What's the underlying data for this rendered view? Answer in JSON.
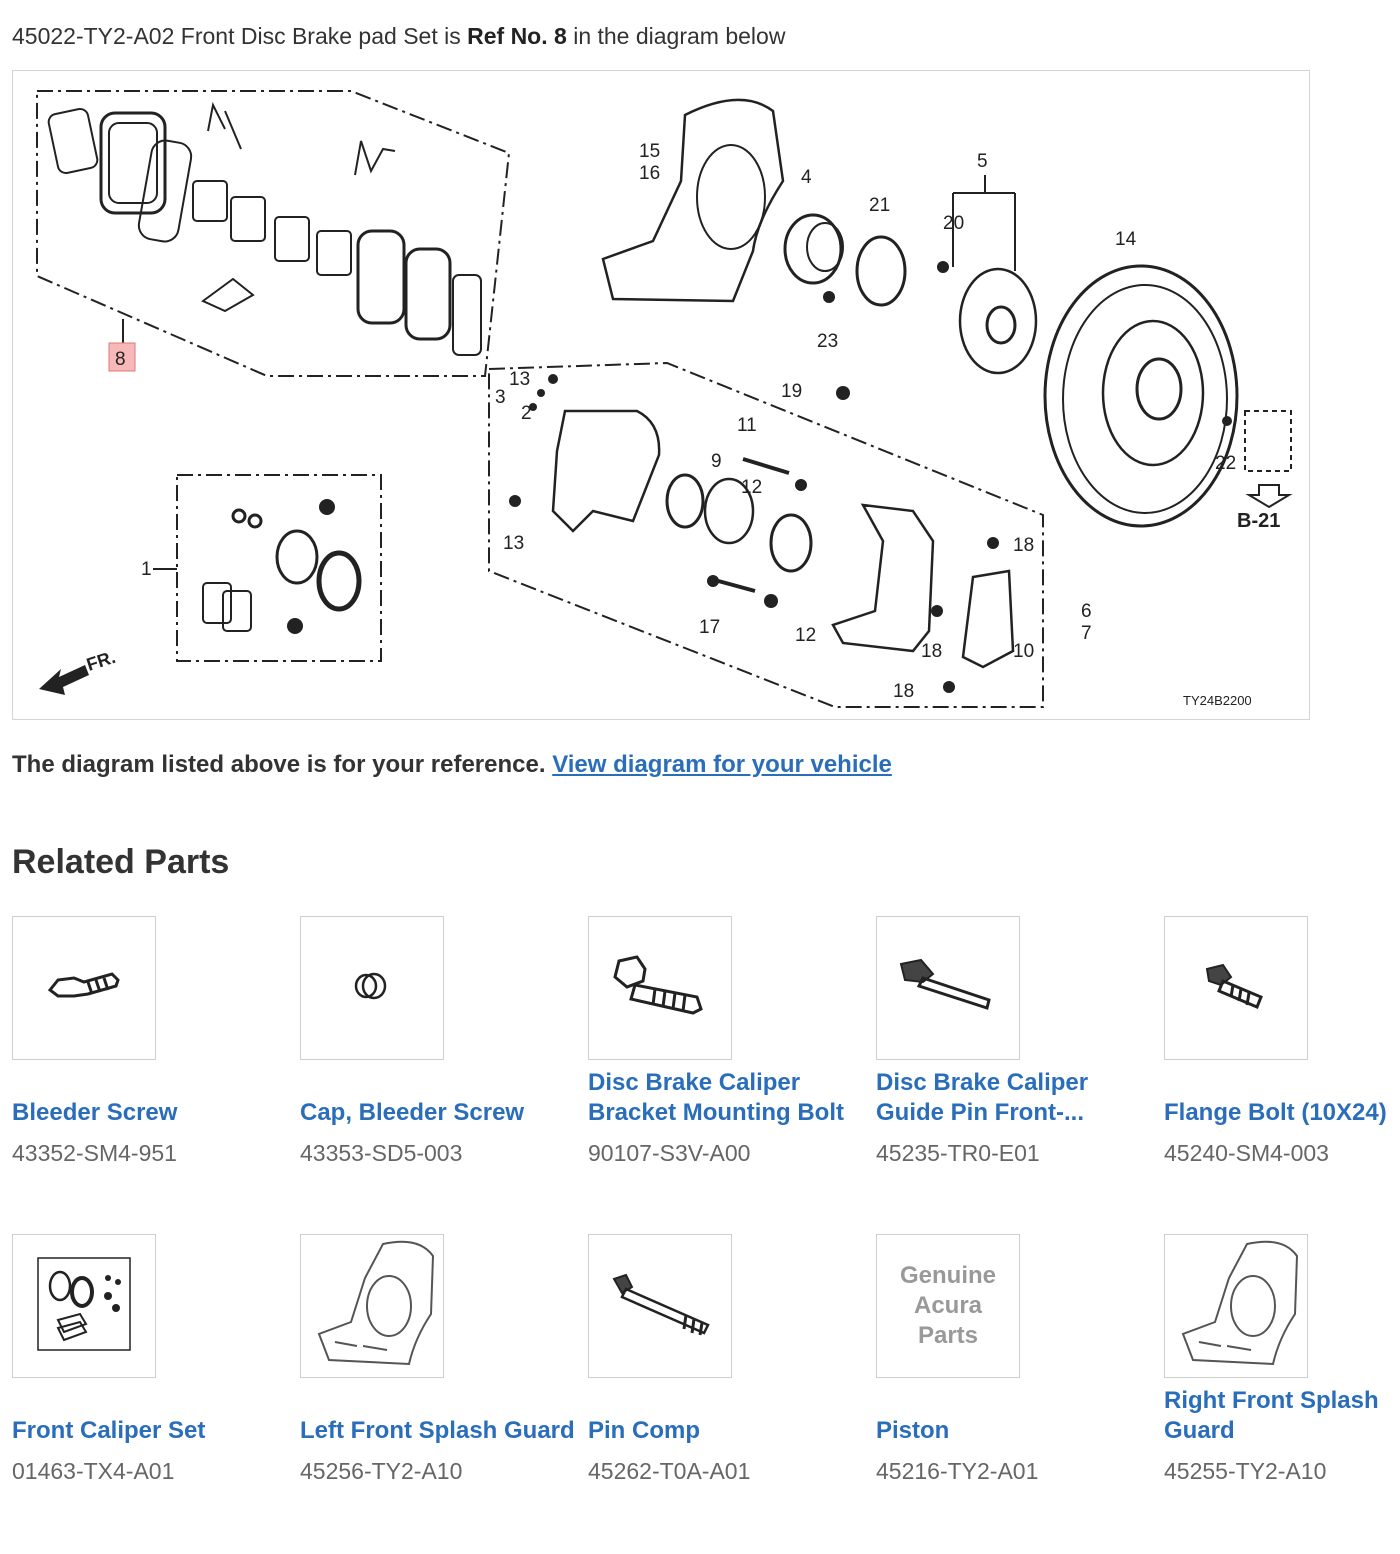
{
  "intro": {
    "part_number": "45022-TY2-A02",
    "part_desc": " Front Disc Brake pad Set is ",
    "ref_label": "Ref No. 8",
    "suffix": " in the diagram below"
  },
  "diagram": {
    "labels": [
      "8",
      "15",
      "16",
      "4",
      "21",
      "5",
      "20",
      "14",
      "23",
      "13",
      "3",
      "2",
      "19",
      "11",
      "9",
      "12",
      "13",
      "1",
      "18",
      "6",
      "7",
      "17",
      "12",
      "18",
      "10",
      "18",
      "22",
      "FR.",
      "B-21",
      "TY24B2200"
    ]
  },
  "reference": {
    "text": "The diagram listed above is for your reference. ",
    "link": "View diagram for your vehicle"
  },
  "related": {
    "heading": "Related Parts",
    "parts": [
      {
        "name": "Bleeder Screw",
        "number": "43352-SM4-951",
        "icon": "bleeder-screw-icon"
      },
      {
        "name": "Cap, Bleeder Screw",
        "number": "43353-SD5-003",
        "icon": "bleeder-cap-icon"
      },
      {
        "name": "Disc Brake Caliper Bracket Mounting Bolt",
        "number": "90107-S3V-A00",
        "icon": "mounting-bolt-icon"
      },
      {
        "name": "Disc Brake Caliper Guide Pin Front-...",
        "number": "45235-TR0-E01",
        "icon": "guide-pin-icon"
      },
      {
        "name": "Flange Bolt (10X24)",
        "number": "45240-SM4-003",
        "icon": "flange-bolt-icon"
      },
      {
        "name": "Front Caliper Set",
        "number": "01463-TX4-A01",
        "icon": "caliper-set-icon"
      },
      {
        "name": "Left Front Splash Guard",
        "number": "45256-TY2-A10",
        "icon": "splash-guard-icon"
      },
      {
        "name": "Pin Comp",
        "number": "45262-T0A-A01",
        "icon": "pin-comp-icon"
      },
      {
        "name": "Piston",
        "number": "45216-TY2-A01",
        "placeholder": "Genuine Acura Parts"
      },
      {
        "name": "Right Front Splash Guard",
        "number": "45255-TY2-A10",
        "icon": "splash-guard-icon"
      }
    ]
  }
}
